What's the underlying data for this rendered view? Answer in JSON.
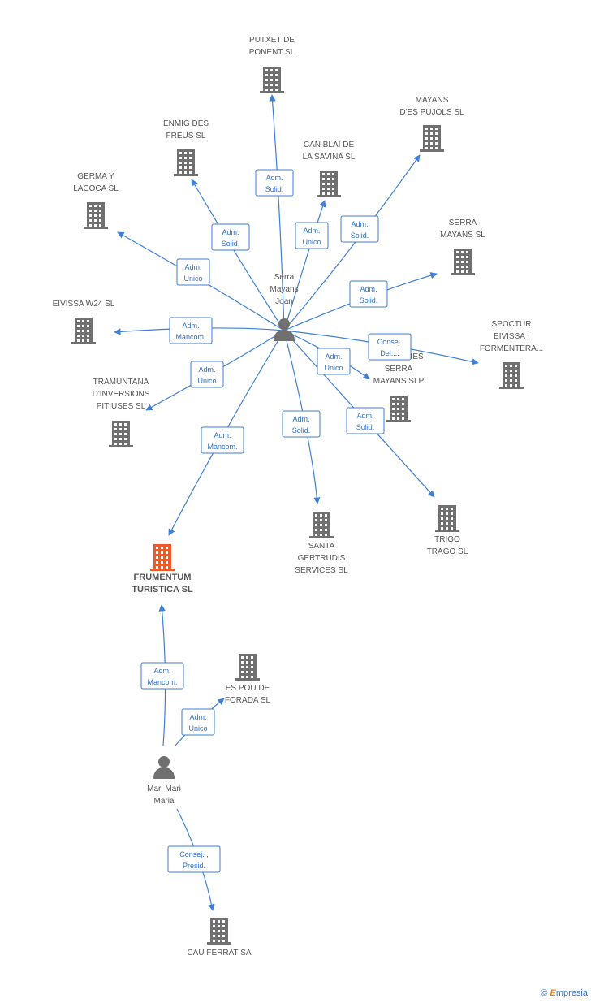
{
  "colors": {
    "edge": "#3f7fd6",
    "company": "#707070",
    "focus_company": "#f05a28",
    "person": "#707070"
  },
  "nodes": [
    {
      "id": "putxet",
      "type": "company",
      "lines": [
        "PUTXET DE",
        "PONENT  SL"
      ]
    },
    {
      "id": "mayans_pujols",
      "type": "company",
      "lines": [
        "MAYANS",
        "D'ES PUJOLS SL"
      ]
    },
    {
      "id": "enmig",
      "type": "company",
      "lines": [
        "ENMIG DES",
        "FREUS SL"
      ]
    },
    {
      "id": "can_blai",
      "type": "company",
      "lines": [
        "CAN BLAI DE",
        "LA SAVINA SL"
      ]
    },
    {
      "id": "germa",
      "type": "company",
      "lines": [
        "GERMA Y",
        "LACOCA SL"
      ]
    },
    {
      "id": "serra_mayans_sl",
      "type": "company",
      "lines": [
        "SERRA",
        "MAYANS SL"
      ]
    },
    {
      "id": "eivissa_w24",
      "type": "company",
      "lines": [
        "EIVISSA W24 SL"
      ]
    },
    {
      "id": "spoctur",
      "type": "company",
      "lines": [
        "SPOCTUR",
        "EIVISSA I",
        "FORMENTERA..."
      ]
    },
    {
      "id": "tramuntana",
      "type": "company",
      "lines": [
        "TRAMUNTANA",
        "D'INVERSIONS",
        "PITIUSES  SL"
      ]
    },
    {
      "id": "serra_mayans_slp",
      "type": "company",
      "lines": [
        "SERRA",
        "MAYANS SLP"
      ]
    },
    {
      "id": "ries",
      "type": "company_hidden",
      "lines": [
        "RIES"
      ]
    },
    {
      "id": "santa_gertrudis",
      "type": "company",
      "lines": [
        "SANTA",
        "GERTRUDIS",
        "SERVICES SL"
      ]
    },
    {
      "id": "trigo",
      "type": "company",
      "lines": [
        "TRIGO",
        "TRAGO SL"
      ]
    },
    {
      "id": "frumentum",
      "type": "focus",
      "lines": [
        "FRUMENTUM",
        "TURISTICA SL"
      ]
    },
    {
      "id": "es_pou",
      "type": "company",
      "lines": [
        "ES POU DE",
        "FORADA SL"
      ]
    },
    {
      "id": "cau_ferrat",
      "type": "company",
      "lines": [
        "CAU FERRAT SA"
      ]
    },
    {
      "id": "serra_joan",
      "type": "person",
      "lines": [
        "Serra",
        "Mayans",
        "Joan"
      ]
    },
    {
      "id": "mari_maria",
      "type": "person",
      "lines": [
        "Mari Mari",
        "Maria"
      ]
    }
  ],
  "edges": [
    {
      "from": "serra_joan",
      "to": "putxet",
      "lines": [
        "Adm.",
        "Solid."
      ]
    },
    {
      "from": "serra_joan",
      "to": "enmig",
      "lines": [
        "Adm.",
        "Solid."
      ]
    },
    {
      "from": "serra_joan",
      "to": "can_blai",
      "lines": [
        "Adm.",
        "Unico"
      ]
    },
    {
      "from": "serra_joan",
      "to": "mayans_pujols",
      "lines": [
        "Adm.",
        "Solid."
      ]
    },
    {
      "from": "serra_joan",
      "to": "germa",
      "lines": [
        "Adm.",
        "Unico"
      ]
    },
    {
      "from": "serra_joan",
      "to": "serra_mayans_sl",
      "lines": [
        "Adm.",
        "Solid."
      ]
    },
    {
      "from": "serra_joan",
      "to": "eivissa_w24",
      "lines": [
        "Adm.",
        "Mancom."
      ]
    },
    {
      "from": "serra_joan",
      "to": "spoctur",
      "lines": [
        "Consej.",
        "Del...."
      ]
    },
    {
      "from": "serra_joan",
      "to": "tramuntana",
      "lines": [
        "Adm.",
        "Unico"
      ]
    },
    {
      "from": "serra_joan",
      "to": "serra_mayans_slp",
      "lines": [
        "Adm.",
        "Unico"
      ]
    },
    {
      "from": "serra_joan",
      "to": "trigo",
      "lines": [
        "Adm.",
        "Solid."
      ]
    },
    {
      "from": "serra_joan",
      "to": "santa_gertrudis",
      "lines": [
        "Adm.",
        "Solid."
      ]
    },
    {
      "from": "serra_joan",
      "to": "frumentum",
      "lines": [
        "Adm.",
        "Mancom."
      ]
    },
    {
      "from": "mari_maria",
      "to": "frumentum",
      "lines": [
        "Adm.",
        "Mancom."
      ]
    },
    {
      "from": "mari_maria",
      "to": "es_pou",
      "lines": [
        "Adm.",
        "Unico"
      ]
    },
    {
      "from": "mari_maria",
      "to": "cau_ferrat",
      "lines": [
        "Consej. ,",
        "Presid."
      ]
    }
  ],
  "footer": {
    "copyright": "©",
    "brand_first": "E",
    "brand_rest": "mpresia"
  }
}
